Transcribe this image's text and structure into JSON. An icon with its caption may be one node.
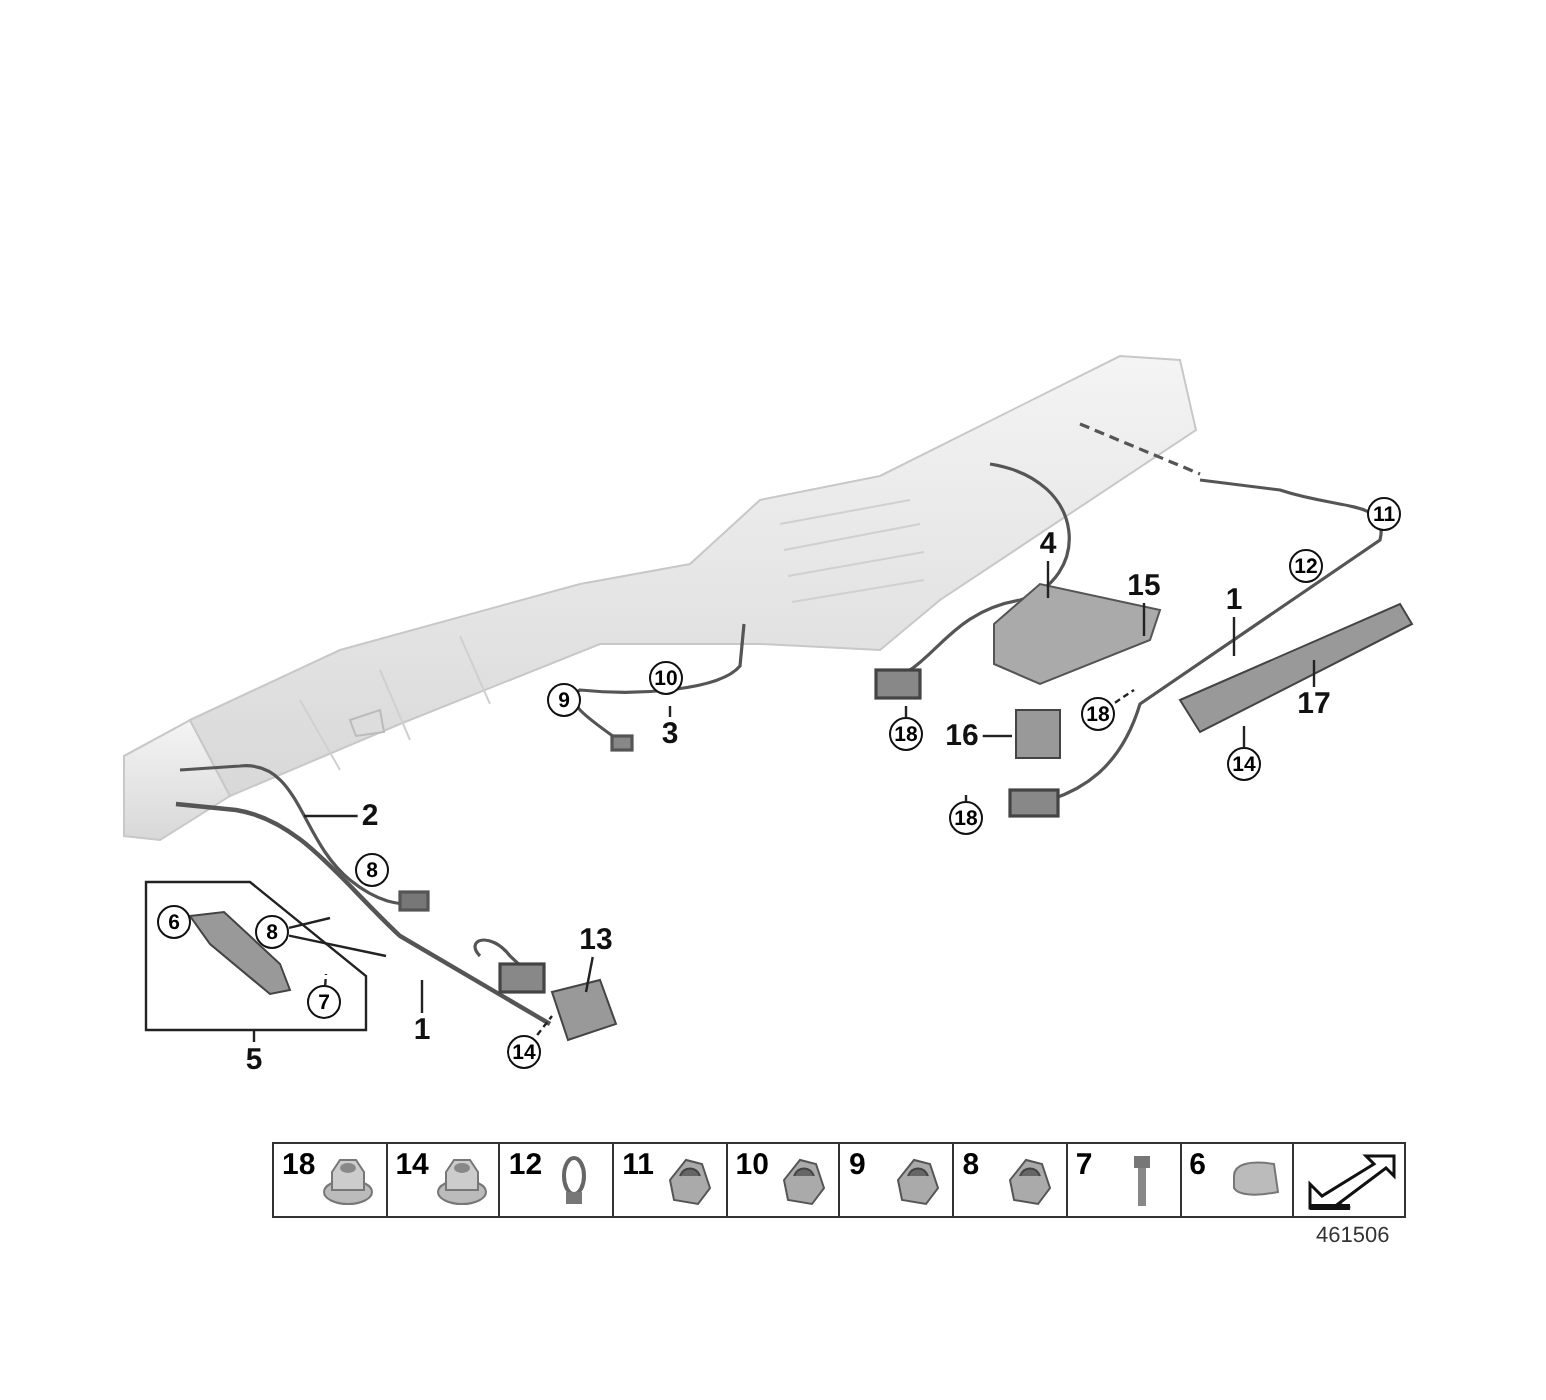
{
  "diagram": {
    "nodes": [
      {
        "text": [
          "2"
        ]
      },
      {
        "text": [
          "8"
        ]
      },
      {
        "text": [
          "5"
        ]
      },
      {
        "text": [
          "6"
        ],
        "in": 2
      },
      {
        "text": [
          "8"
        ],
        "in": 2
      },
      {
        "text": [
          "7"
        ],
        "in": 2
      },
      {
        "text": [
          "1"
        ]
      },
      {
        "text": [
          "13"
        ]
      },
      {
        "text": [
          "14"
        ]
      },
      {
        "text": [
          "9"
        ]
      },
      {
        "text": [
          "10"
        ]
      },
      {
        "text": [
          "3"
        ]
      },
      {
        "text": [
          "4"
        ]
      },
      {
        "text": [
          "15"
        ]
      },
      {
        "text": [
          "18"
        ]
      },
      {
        "text": [
          "16"
        ]
      },
      {
        "text": [
          "18"
        ]
      },
      {
        "text": [
          "18"
        ]
      },
      {
        "text": [
          "1"
        ]
      },
      {
        "text": [
          "11"
        ]
      },
      {
        "text": [
          "12"
        ]
      },
      {
        "text": [
          "17"
        ]
      },
      {
        "text": [
          "14"
        ]
      }
    ],
    "edges": [
      {
        "from": 0,
        "to": null,
        "arrow": "none"
      },
      {
        "from": 4,
        "to": null,
        "arrow": "none"
      },
      {
        "from": 4,
        "to": null,
        "arrow": "none"
      },
      {
        "from": 5,
        "to": null,
        "arrow": "none",
        "style": "dashed"
      },
      {
        "from": 6,
        "to": null,
        "arrow": "none"
      },
      {
        "from": 7,
        "to": null,
        "arrow": "none"
      },
      {
        "from": 8,
        "to": null,
        "arrow": "none",
        "style": "dashed"
      },
      {
        "from": 11,
        "to": null,
        "arrow": "none"
      },
      {
        "from": 12,
        "to": null,
        "arrow": "none"
      },
      {
        "from": 13,
        "to": null,
        "arrow": "none"
      },
      {
        "from": 14,
        "to": null,
        "arrow": "none"
      },
      {
        "from": 15,
        "to": null,
        "arrow": "none"
      },
      {
        "from": 16,
        "to": null,
        "arrow": "none",
        "style": "dashed"
      },
      {
        "from": 17,
        "to": null,
        "arrow": "none",
        "style": "dashed"
      },
      {
        "from": 18,
        "to": null,
        "arrow": "none"
      },
      {
        "from": 21,
        "to": null,
        "arrow": "none"
      },
      {
        "from": 22,
        "to": null,
        "arrow": "none"
      }
    ],
    "labels": [
      "18",
      "14",
      "12",
      "11",
      "10",
      "9",
      "8",
      "7",
      "6",
      "461506"
    ]
  }
}
